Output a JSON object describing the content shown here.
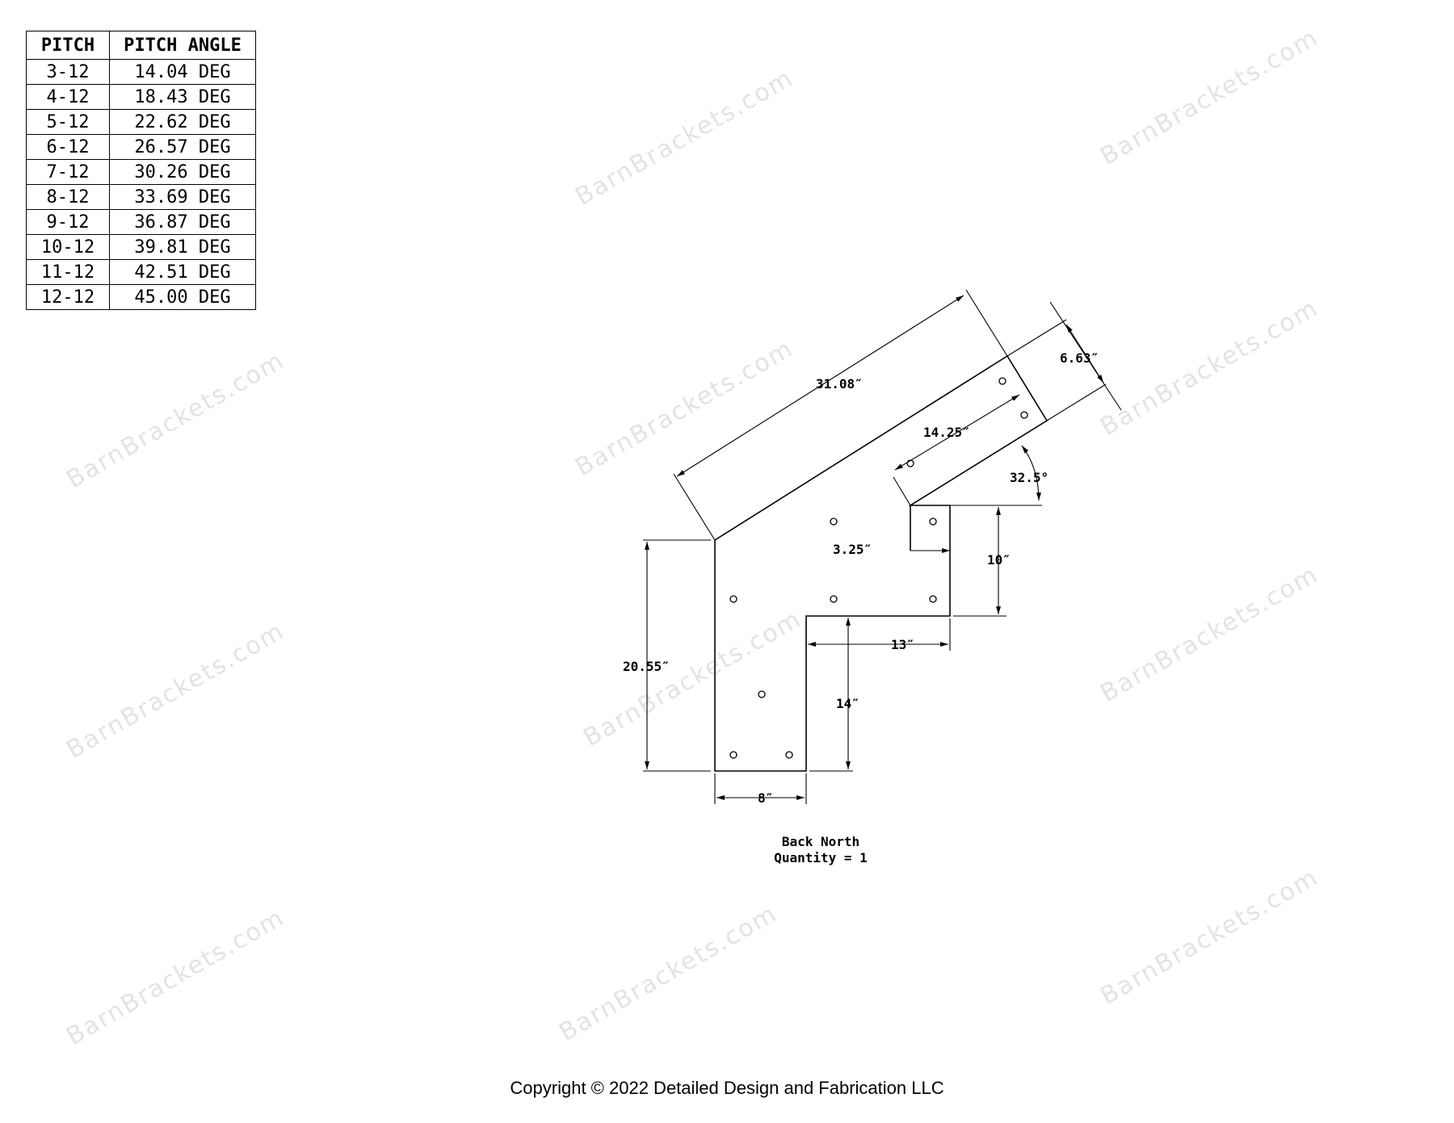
{
  "pitch_table": {
    "headers": [
      "PITCH",
      "PITCH ANGLE"
    ],
    "rows": [
      [
        "3-12",
        "14.04 DEG"
      ],
      [
        "4-12",
        "18.43 DEG"
      ],
      [
        "5-12",
        "22.62 DEG"
      ],
      [
        "6-12",
        "26.57 DEG"
      ],
      [
        "7-12",
        "30.26 DEG"
      ],
      [
        "8-12",
        "33.69 DEG"
      ],
      [
        "9-12",
        "36.87 DEG"
      ],
      [
        "10-12",
        "39.81 DEG"
      ],
      [
        "11-12",
        "42.51 DEG"
      ],
      [
        "12-12",
        "45.00 DEG"
      ]
    ]
  },
  "dimensions": {
    "overall_length": "31.08″",
    "arm_width": "6.63″",
    "inner_length": "14.25″",
    "angle": "32.5°",
    "notch_width": "3.25″",
    "upper_height": "10″",
    "step_width": "13″",
    "overall_height": "20.55″",
    "leg_height": "14″",
    "leg_width": "8″"
  },
  "caption": {
    "name": "Back North",
    "quantity": "Quantity = 1"
  },
  "watermark": "BarnBrackets.com",
  "copyright": "Copyright © 2022 Detailed Design and Fabrication LLC"
}
